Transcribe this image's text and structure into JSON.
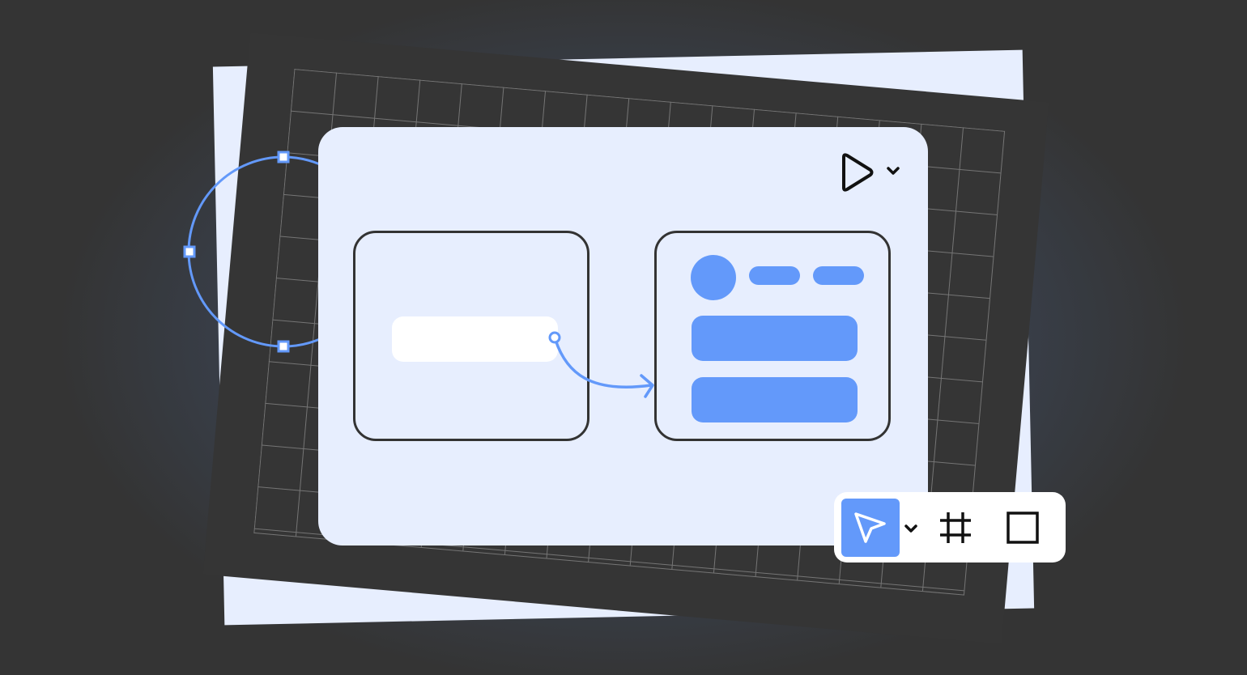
{
  "illustration": {
    "accent_color": "#6399fa",
    "card_color": "#e7eefe",
    "board_color": "#353535",
    "outline_color": "#333333",
    "icons": [
      "play-icon",
      "chevron-down-icon",
      "move-cursor-icon",
      "frame-tool-icon",
      "rectangle-tool-icon",
      "ellipse-vector"
    ]
  },
  "toolbar": {
    "tools": [
      "move-tool",
      "frame-tool",
      "rectangle-tool"
    ],
    "active_tool": "move-tool"
  }
}
